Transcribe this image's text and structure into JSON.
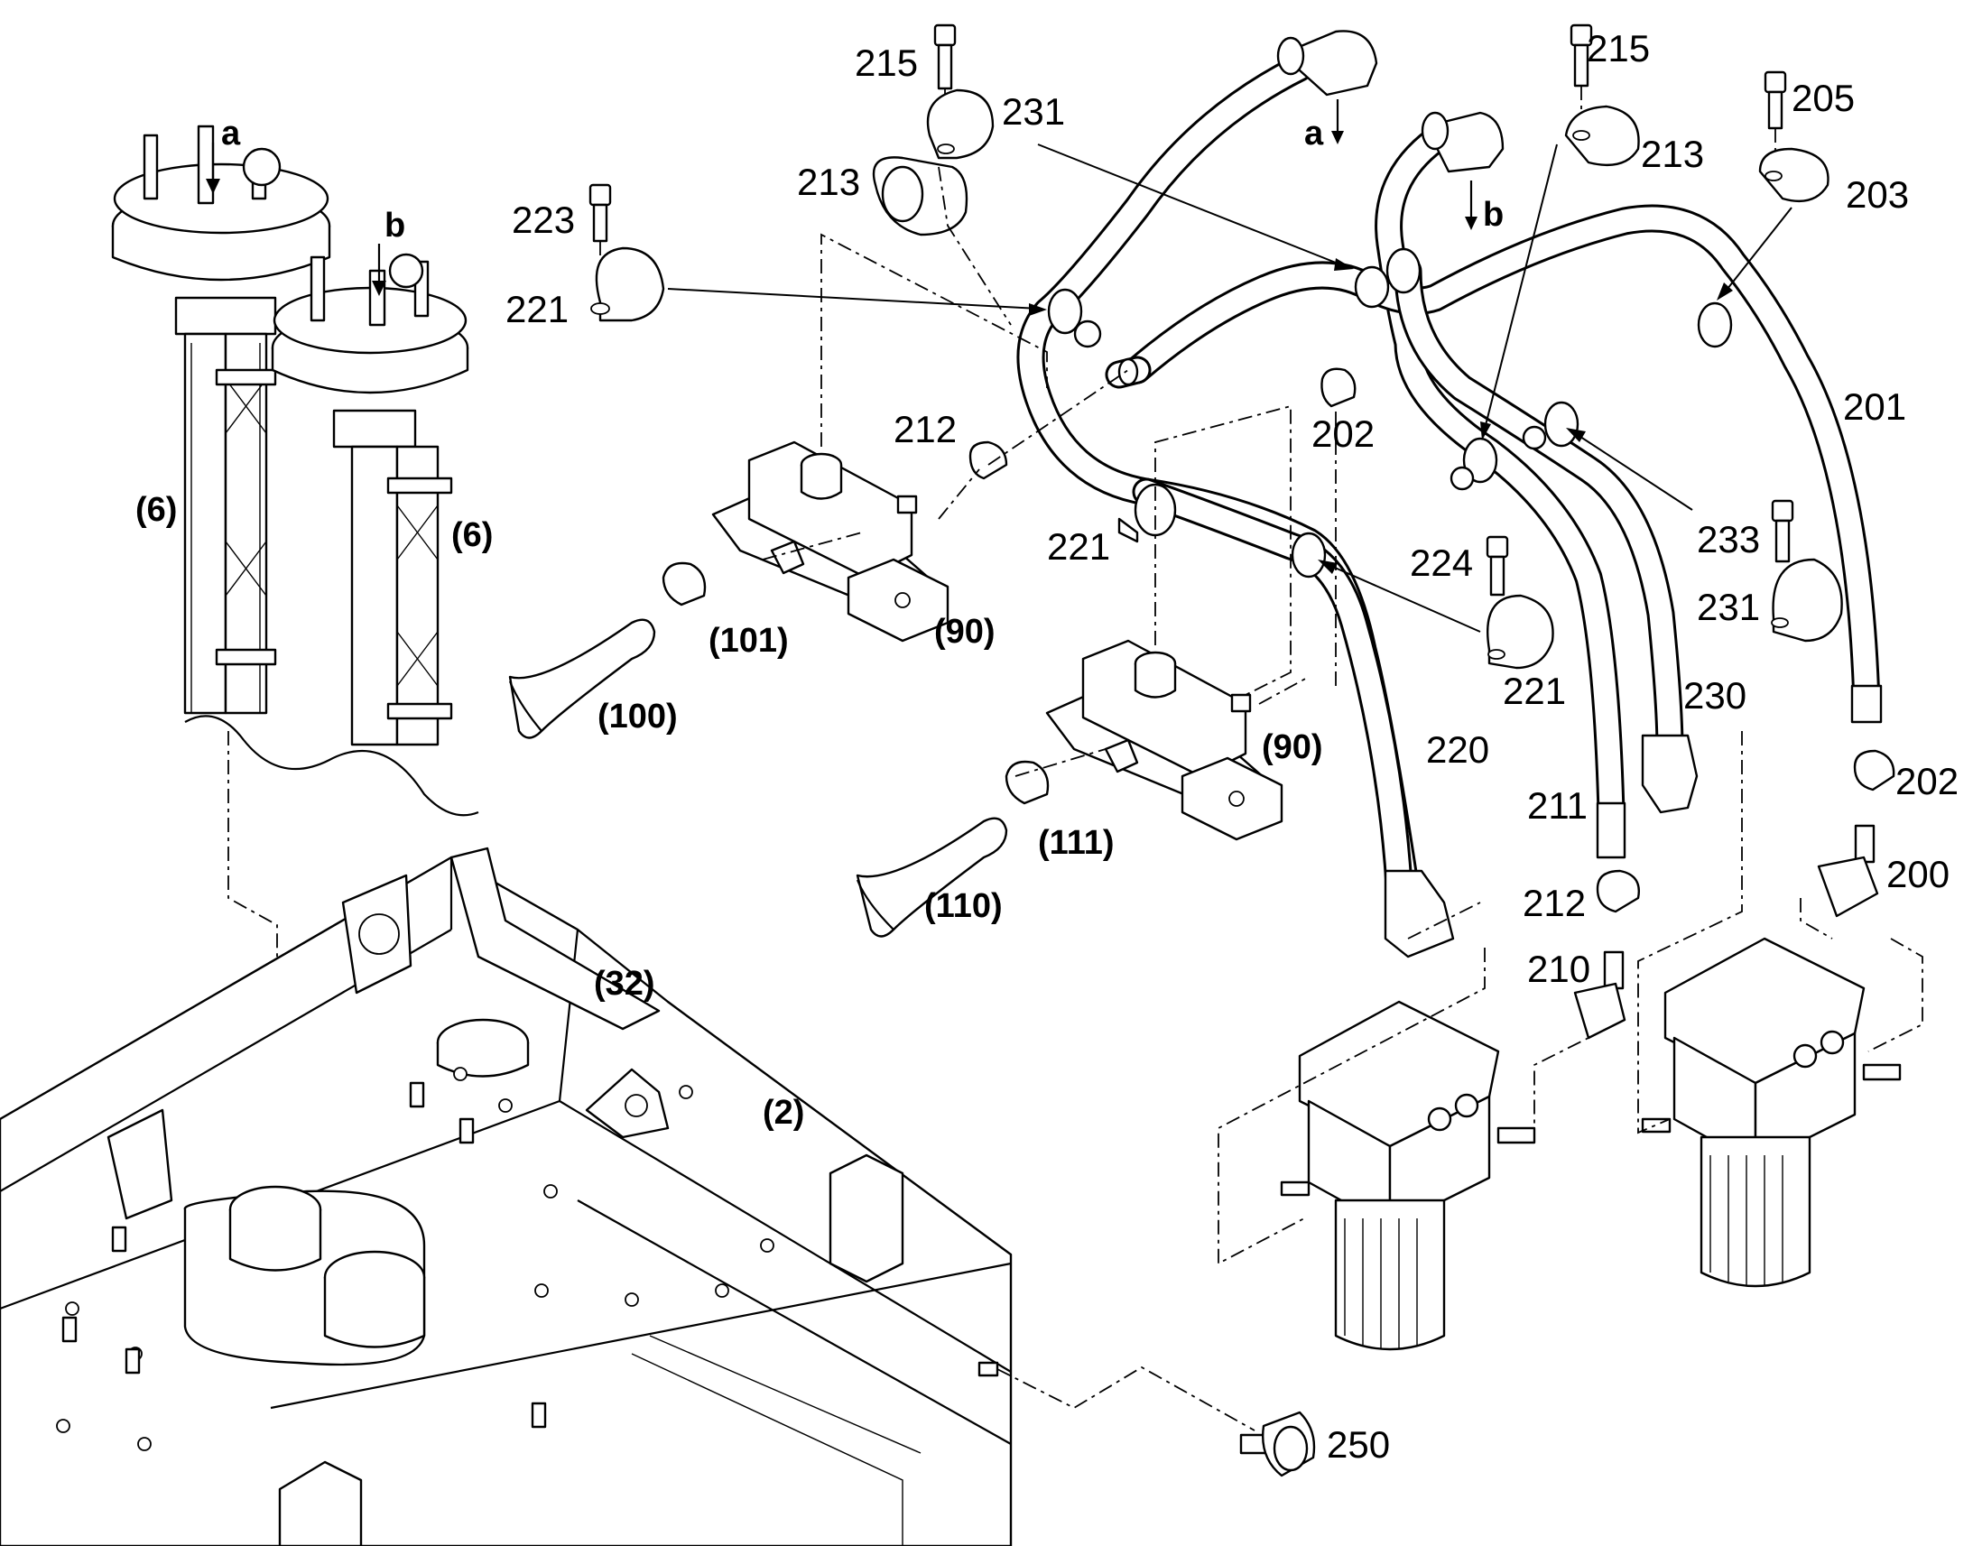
{
  "diagram": {
    "part_numbers": {
      "p200": "200",
      "p201": "201",
      "p202a": "202",
      "p202b": "202",
      "p203": "203",
      "p205": "205",
      "p210": "210",
      "p211": "211",
      "p212a": "212",
      "p212b": "212",
      "p213a": "213",
      "p213b": "213",
      "p215a": "215",
      "p215b": "215",
      "p220": "220",
      "p221a": "221",
      "p221b": "221",
      "p221c": "221",
      "p223": "223",
      "p224": "224",
      "p230": "230",
      "p231a": "231",
      "p231b": "231",
      "p233": "233",
      "p250": "250"
    },
    "reference_labels": {
      "r6a": "(6)",
      "r6b": "(6)",
      "r2": "(2)",
      "r32": "(32)",
      "r90a": "(90)",
      "r90b": "(90)",
      "r100": "(100)",
      "r101": "(101)",
      "r110": "(110)",
      "r111": "(111)"
    },
    "connection_markers": {
      "a_top": "a",
      "b_top": "b",
      "a_pipe": "a",
      "b_pipe": "b"
    }
  }
}
